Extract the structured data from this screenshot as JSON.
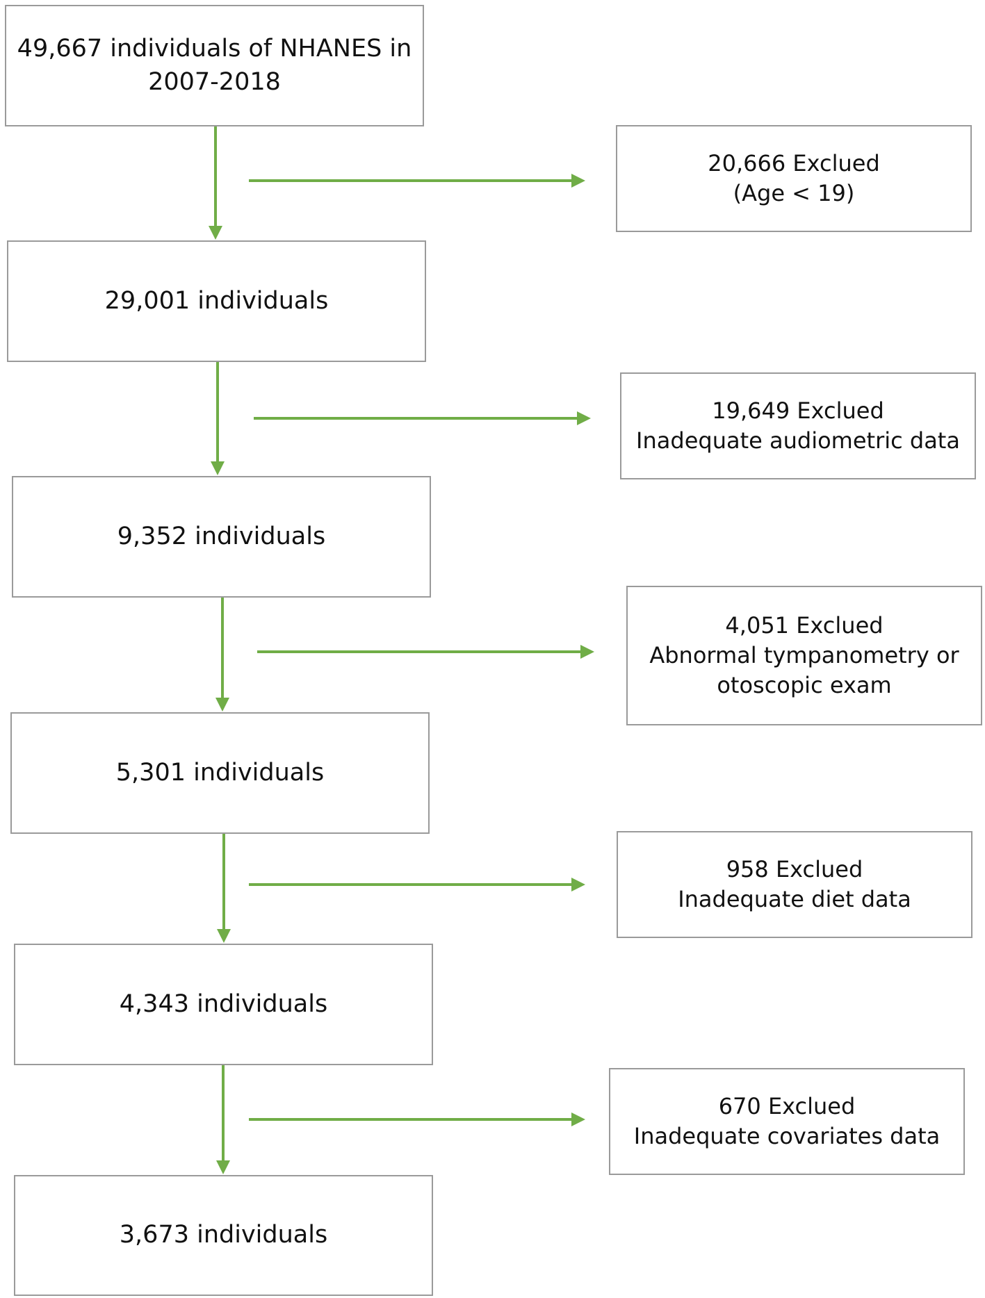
{
  "flowchart": {
    "main_boxes": [
      {
        "text": "49,667 individuals of NHANES in\n2007-2018"
      },
      {
        "text": "29,001 individuals"
      },
      {
        "text": "9,352 individuals"
      },
      {
        "text": "5,301 individuals"
      },
      {
        "text": "4,343 individuals"
      },
      {
        "text": "3,673 individuals"
      }
    ],
    "exclusion_boxes": [
      {
        "text": "20,666 Exclued\n(Age < 19)"
      },
      {
        "text": "19,649 Exclued\nInadequate audiometric data"
      },
      {
        "text": "4,051 Exclued\nAbnormal tympanometry or\notoscopic exam"
      },
      {
        "text": "958 Exclued\nInadequate diet data"
      },
      {
        "text": "670 Exclued\nInadequate covariates data"
      }
    ],
    "arrow_color": "#70ad47",
    "border_color": "#9a9a9a"
  }
}
